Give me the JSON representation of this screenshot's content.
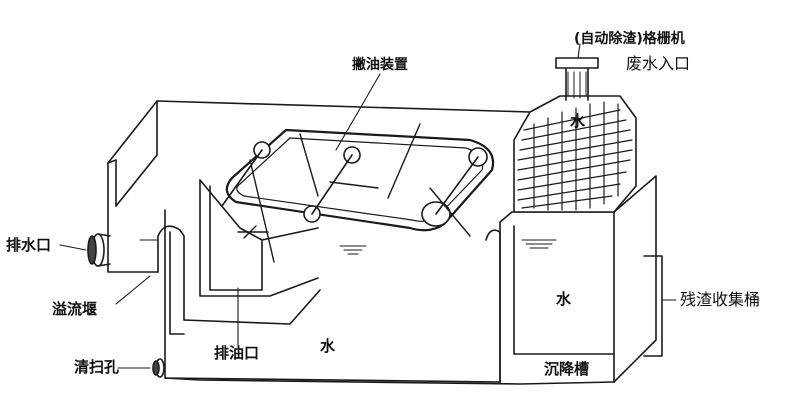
{
  "labels": {
    "grille_machine": "(自动除渣)格栅机",
    "wastewater_inlet": "废水入口",
    "oil_skimmer": "撇油装置",
    "drain_outlet": "排水口",
    "overflow_weir": "溢流堰",
    "cleanout_hole": "清扫孔",
    "oil_outlet": "排油口",
    "water_center": "水",
    "water_right": "水",
    "water_grille": "水",
    "residue_bucket": "残渣收集桶",
    "sedimentation_tank": "沉降槽"
  },
  "colors": {
    "line": "#1a1a1a",
    "fill": "#ffffff",
    "shade": "#d9d9d9"
  }
}
